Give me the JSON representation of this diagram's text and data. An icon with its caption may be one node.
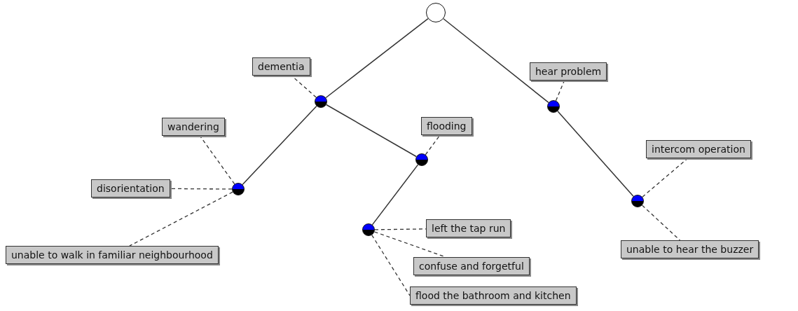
{
  "diagram": {
    "nodes": [
      {
        "text": [],
        "shape": "circle"
      },
      {
        "text": [
          "dementia"
        ]
      },
      {
        "text": [
          "hear problem"
        ]
      },
      {
        "text": [],
        "shape": "circle"
      },
      {
        "text": [],
        "shape": "circle"
      },
      {
        "text": [
          "wandering"
        ]
      },
      {
        "text": [
          "flooding"
        ]
      },
      {
        "text": [],
        "shape": "circle"
      },
      {
        "text": [
          "intercom operation"
        ]
      },
      {
        "text": [
          "disorientation"
        ]
      },
      {
        "text": [],
        "shape": "circle"
      },
      {
        "text": [],
        "shape": "circle"
      },
      {
        "text": [],
        "shape": "circle"
      },
      {
        "text": [
          "left the tap run"
        ]
      },
      {
        "text": [
          "unable to walk in familiar neighbourhood"
        ]
      },
      {
        "text": [
          "unable to hear the buzzer"
        ]
      },
      {
        "text": [
          "confuse and forgetful"
        ]
      },
      {
        "text": [
          "flood the bathroom and kitchen"
        ]
      }
    ],
    "edges": [
      {
        "from": 0,
        "to": 3,
        "arrow": "none"
      },
      {
        "from": 0,
        "to": 4,
        "arrow": "none"
      },
      {
        "from": 3,
        "to": 10,
        "arrow": "none"
      },
      {
        "from": 3,
        "to": 7,
        "arrow": "none"
      },
      {
        "from": 7,
        "to": 12,
        "arrow": "none"
      },
      {
        "from": 4,
        "to": 11,
        "arrow": "none"
      },
      {
        "from": 3,
        "to": 1,
        "arrow": "none",
        "style": "dashed"
      },
      {
        "from": 4,
        "to": 2,
        "arrow": "none",
        "style": "dashed"
      },
      {
        "from": 10,
        "to": 5,
        "arrow": "none",
        "style": "dashed"
      },
      {
        "from": 10,
        "to": 9,
        "arrow": "none",
        "style": "dashed"
      },
      {
        "from": 10,
        "to": 14,
        "arrow": "none",
        "style": "dashed"
      },
      {
        "from": 7,
        "to": 6,
        "arrow": "none",
        "style": "dashed"
      },
      {
        "from": 11,
        "to": 8,
        "arrow": "none",
        "style": "dashed"
      },
      {
        "from": 11,
        "to": 15,
        "arrow": "none",
        "style": "dashed"
      },
      {
        "from": 12,
        "to": 13,
        "arrow": "none",
        "style": "dashed"
      },
      {
        "from": 12,
        "to": 16,
        "arrow": "none",
        "style": "dashed"
      },
      {
        "from": 12,
        "to": 17,
        "arrow": "none",
        "style": "dashed"
      }
    ]
  }
}
